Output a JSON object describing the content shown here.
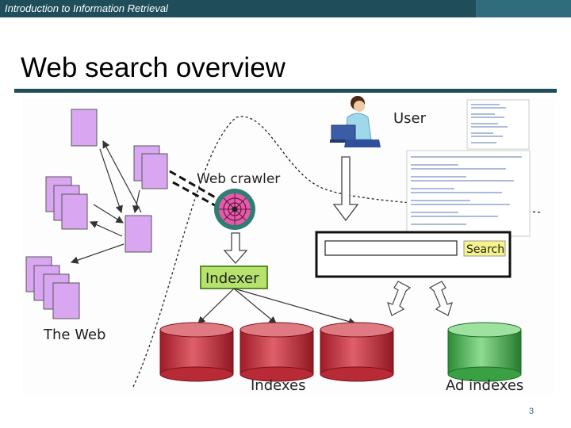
{
  "header": {
    "course_title": "Introduction to Information Retrieval"
  },
  "slide": {
    "title": "Web search overview",
    "page_number": "3"
  },
  "diagram": {
    "labels": {
      "user": "User",
      "web_crawler": "Web crawler",
      "indexer": "Indexer",
      "search_button": "Search",
      "the_web": "The Web",
      "indexes": "Indexes",
      "ad_indexes": "Ad indexes"
    },
    "colors": {
      "web_page": "#d9a6f2",
      "indexer_box": "#b5e36d",
      "search_button": "#f6f38a",
      "index_cylinder": "#c0303c",
      "ad_index_cylinder": "#3fb04a",
      "header_bar": "#1f4e5a"
    },
    "icons": [
      "spider-web-icon",
      "user-at-laptop-icon"
    ]
  }
}
